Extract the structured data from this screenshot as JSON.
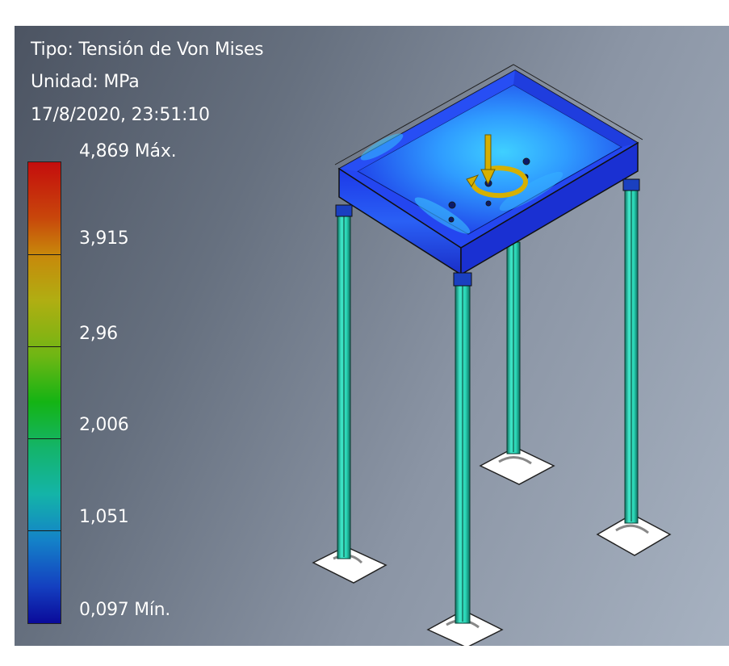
{
  "header": {
    "type_line": "Tipo: Tensión de Von Mises",
    "unit_line": "Unidad: MPa",
    "timestamp_line": "17/8/2020, 23:51:10"
  },
  "legend": {
    "max_label": "4,869 Máx.",
    "tick_3915": "3,915",
    "tick_296": "2,96",
    "tick_2006": "2,006",
    "tick_1051": "1,051",
    "min_label": "0,097 Mín.",
    "values": [
      4.869,
      3.915,
      2.96,
      2.006,
      1.051,
      0.097
    ],
    "colors": {
      "top": "#c00a0a",
      "orange": "#d2820a",
      "yellow": "#b4b414",
      "green": "#14b414",
      "cyan": "#14b4a0",
      "blue": "#1e6ed2",
      "bottom": "#0a0a9a"
    }
  },
  "model": {
    "description_icons": [
      "force-arrow-icon",
      "moment-icon",
      "fixed-support-icon"
    ],
    "colors": {
      "tray": "#1a3cf0",
      "tray_light": "#3cc8ff",
      "legs": "#3fe0c4",
      "load": "#d6b000"
    }
  }
}
